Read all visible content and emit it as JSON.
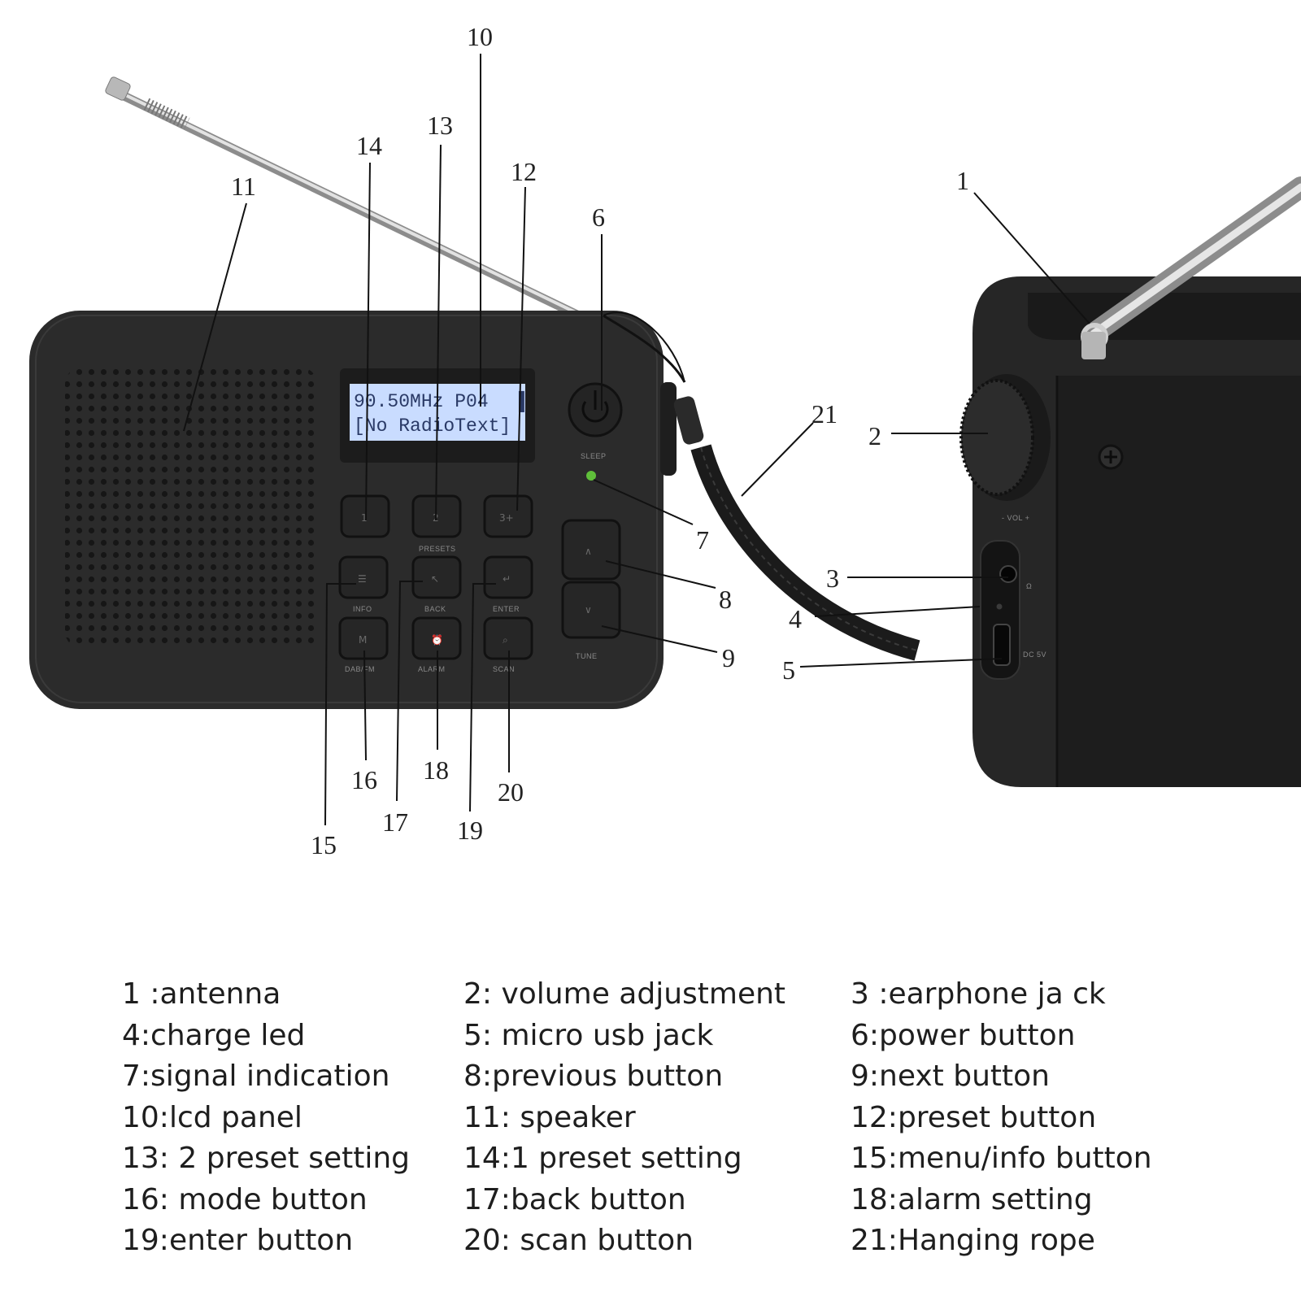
{
  "callouts": [
    "1",
    "2",
    "3",
    "4",
    "5",
    "6",
    "7",
    "8",
    "9",
    "10",
    "11",
    "12",
    "13",
    "14",
    "15",
    "16",
    "17",
    "18",
    "19",
    "20",
    "21"
  ],
  "lcd": {
    "line1": "90.50MHz P04",
    "line2": "[No RadioText]",
    "signal": "▐"
  },
  "panel_labels": {
    "sleep": "SLEEP",
    "presets": "PRESETS",
    "info": "INFO",
    "back": "BACK",
    "enter": "ENTER",
    "tune": "TUNE",
    "mode": "DAB/FM",
    "alarm": "ALARM",
    "scan": "SCAN",
    "vol": "- VOL +",
    "dc": "DC 5V"
  },
  "key_glyphs": {
    "p1": "1",
    "p2": "2",
    "p3": "3+",
    "info": "☰",
    "back": "↖",
    "enter": "↵",
    "mode": "M",
    "alarm": "⏰",
    "scan": "⌕",
    "up": "∧",
    "down": "∨",
    "ohm": "Ω"
  },
  "legend": [
    "1 :antenna",
    "2: volume adjustment",
    "3 :earphone ja ck",
    "4:charge led",
    "5: micro usb jack",
    "6:power button",
    "7:signal indication",
    "8:previous button",
    "9:next button",
    "10:lcd panel",
    "11: speaker",
    "12:preset button",
    "13: 2 preset setting",
    "14:1 preset setting",
    "15:menu/info button",
    "16: mode button",
    "17:back button",
    "18:alarm setting",
    "19:enter button",
    "20: scan button",
    "21:Hanging rope"
  ],
  "colors": {
    "body": "#2b2b2b",
    "lcd": "#c9dcff",
    "led": "#5fbf3a"
  }
}
